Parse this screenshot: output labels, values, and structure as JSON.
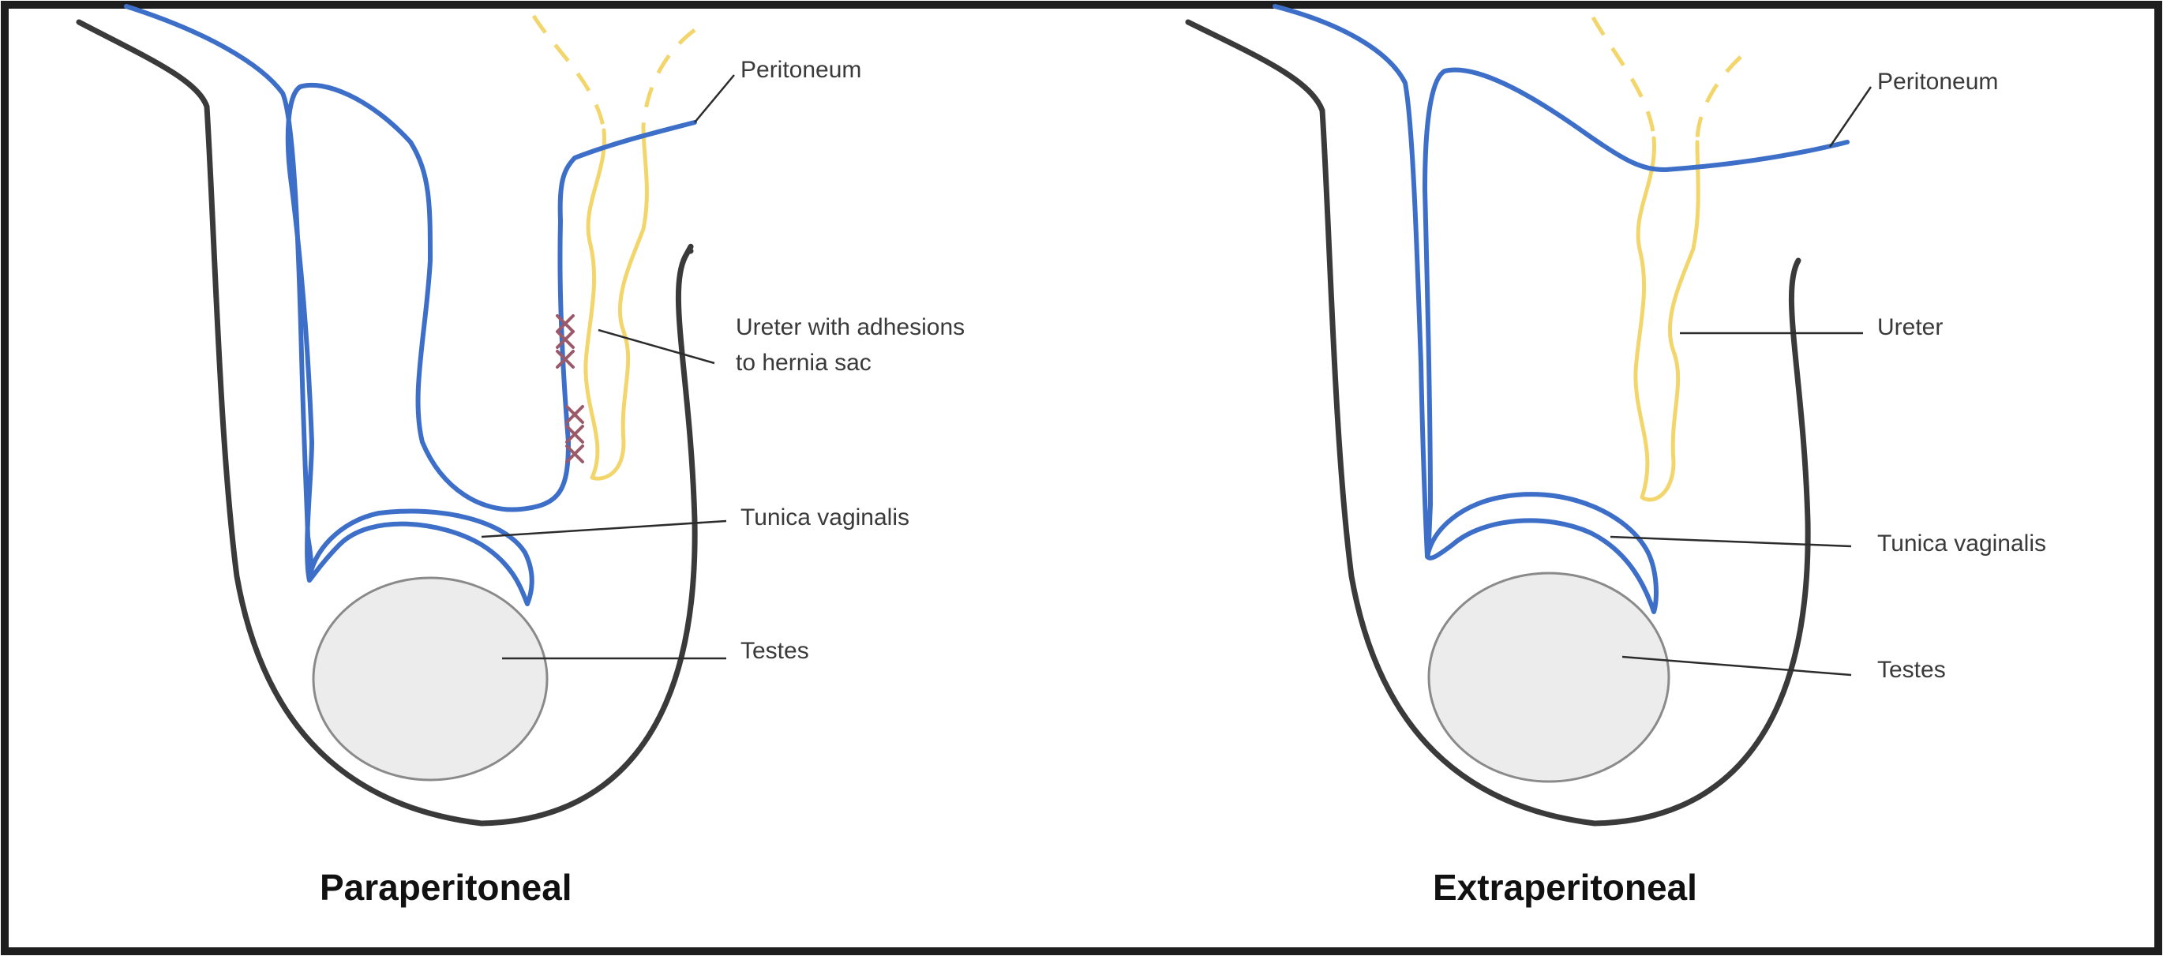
{
  "colors": {
    "frame": "#1e1e1e",
    "outer_wall": "#3a3a3a",
    "peritoneum": "#3d6fc9",
    "ureter": "#f2d66b",
    "testis_fill": "#ececec",
    "testis_stroke": "#8a8a8a",
    "adhesion": "#9a5a6a",
    "leader": "#2c2c2c"
  },
  "left_panel": {
    "caption": "Paraperitoneal",
    "labels": {
      "peritoneum": "Peritoneum",
      "ureter_line1": "Ureter with adhesions",
      "ureter_line2": "to hernia sac",
      "tunica": "Tunica vaginalis",
      "testes": "Testes"
    }
  },
  "right_panel": {
    "caption": "Extraperitoneal",
    "labels": {
      "peritoneum": "Peritoneum",
      "ureter": "Ureter",
      "tunica": "Tunica vaginalis",
      "testes": "Testes"
    }
  }
}
